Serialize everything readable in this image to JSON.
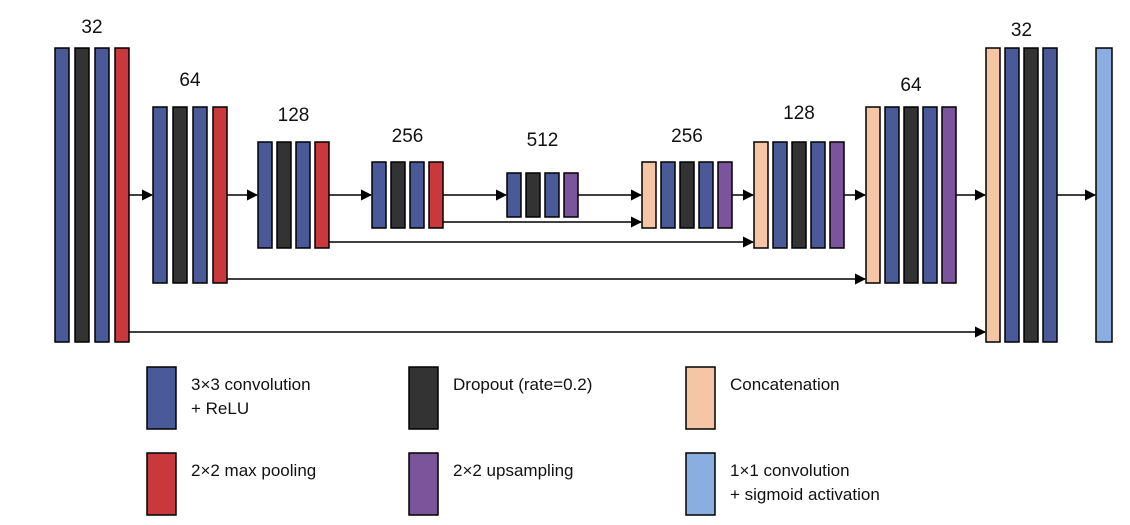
{
  "colors": {
    "conv": "#4a5a99",
    "dropout": "#333333",
    "pool": "#c8383c",
    "upsample": "#7a559c",
    "concat": "#f4c6a6",
    "sigmoid": "#8aaedf",
    "stroke": "#000000"
  },
  "blocks": [
    {
      "label": "32",
      "layers": [
        "conv",
        "dropout",
        "conv",
        "pool"
      ]
    },
    {
      "label": "64",
      "layers": [
        "conv",
        "dropout",
        "conv",
        "pool"
      ]
    },
    {
      "label": "128",
      "layers": [
        "conv",
        "dropout",
        "conv",
        "pool"
      ]
    },
    {
      "label": "256",
      "layers": [
        "conv",
        "dropout",
        "conv",
        "pool"
      ]
    },
    {
      "label": "512",
      "layers": [
        "conv",
        "dropout",
        "conv",
        "upsample"
      ]
    },
    {
      "label": "256",
      "layers": [
        "concat",
        "conv",
        "dropout",
        "conv",
        "upsample"
      ]
    },
    {
      "label": "128",
      "layers": [
        "concat",
        "conv",
        "dropout",
        "conv",
        "upsample"
      ]
    },
    {
      "label": "64",
      "layers": [
        "concat",
        "conv",
        "dropout",
        "conv",
        "upsample"
      ]
    },
    {
      "label": "32",
      "layers": [
        "concat",
        "conv",
        "dropout",
        "conv"
      ]
    },
    {
      "label": "",
      "layers": [
        "sigmoid"
      ]
    }
  ],
  "legend": [
    {
      "key": "conv",
      "lines": [
        "3×3 convolution",
        "+ ReLU"
      ]
    },
    {
      "key": "dropout",
      "lines": [
        "Dropout (rate=0.2)"
      ]
    },
    {
      "key": "concat",
      "lines": [
        "Concatenation"
      ]
    },
    {
      "key": "pool",
      "lines": [
        "2×2 max pooling"
      ]
    },
    {
      "key": "upsample",
      "lines": [
        "2×2 upsampling"
      ]
    },
    {
      "key": "sigmoid",
      "lines": [
        "1×1 convolution",
        "+ sigmoid activation"
      ]
    }
  ]
}
